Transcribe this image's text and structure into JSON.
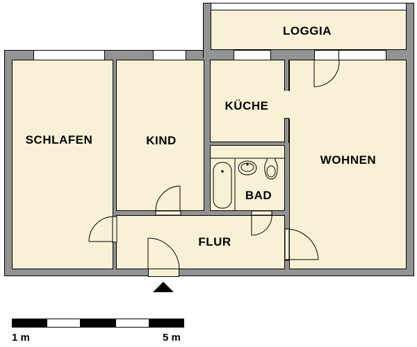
{
  "floorplan": {
    "rooms": {
      "loggia": {
        "label": "LOGGIA"
      },
      "schlafen": {
        "label": "SCHLAFEN"
      },
      "kind": {
        "label": "KIND"
      },
      "kueche": {
        "label": "KÜCHE"
      },
      "bad": {
        "label": "BAD"
      },
      "wohnen": {
        "label": "WOHNEN"
      },
      "flur": {
        "label": "FLUR"
      }
    },
    "entrance_marker": "entrance-triangle",
    "colors": {
      "wall": "#939393",
      "floor": "#f8f1d6",
      "window": "#ffffff",
      "outline": "#000000"
    }
  },
  "scale": {
    "left_label": "1 m",
    "right_label": "5 m",
    "segments": [
      "black",
      "white",
      "black",
      "white",
      "black"
    ]
  }
}
